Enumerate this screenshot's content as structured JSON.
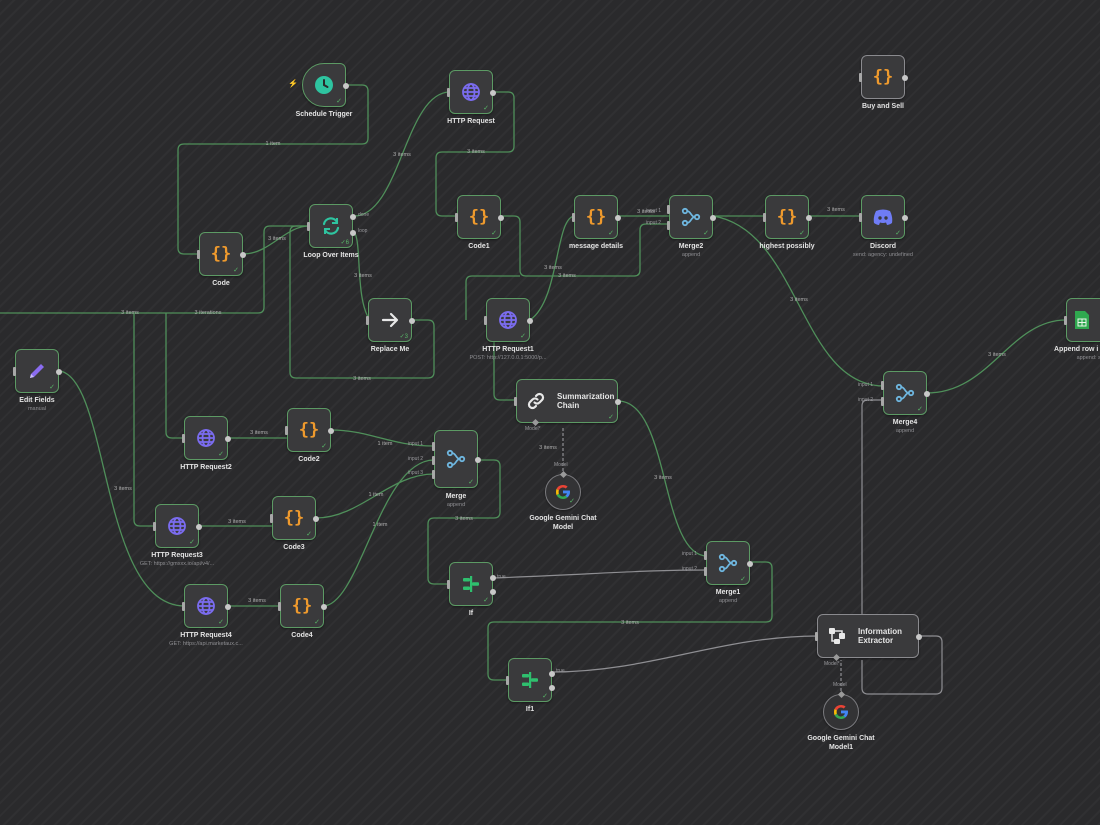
{
  "colors": {
    "edge": "#4f8f5a",
    "edge_grey": "#8e8e92",
    "node_border": "#5c9a64",
    "code_icon": "#ef9a2d",
    "http_icon": "#7b6cf0",
    "merge_icon": "#6fb7e0",
    "if_icon": "#2fbf6e",
    "check": "#58b868",
    "trigger_icon": "#2ec4a0",
    "edit_icon": "#8a6cf0",
    "discord_icon": "#6f7cf5",
    "sheets_icon": "#2fa84f"
  },
  "nodes": {
    "schedule_trigger": {
      "title": "Schedule Trigger",
      "icon": "clock-icon"
    },
    "http_request": {
      "title": "HTTP Request",
      "icon": "globe-icon"
    },
    "buy_and_sell": {
      "title": "Buy and Sell",
      "icon": "code-braces-icon"
    },
    "code": {
      "title": "Code",
      "icon": "code-braces-icon"
    },
    "loop_over_items": {
      "title": "Loop Over Items",
      "icon": "loop-icon"
    },
    "code1": {
      "title": "Code1",
      "icon": "code-braces-icon"
    },
    "message_details": {
      "title": "message details",
      "icon": "code-braces-icon"
    },
    "merge2": {
      "title": "Merge2",
      "subtitle": "append",
      "icon": "merge-icon"
    },
    "highest_possibly": {
      "title": "highest possibly",
      "icon": "code-braces-icon"
    },
    "discord": {
      "title": "Discord",
      "subtitle": "send: agency: undefined",
      "icon": "discord-icon"
    },
    "replace_me": {
      "title": "Replace Me",
      "icon": "arrow-right-icon"
    },
    "http_request1": {
      "title": "HTTP Request1",
      "subtitle": "POST: http://127.0.0.1:5000/p...",
      "icon": "globe-icon"
    },
    "append_row": {
      "title": "Append row i",
      "subtitle": "append: sh",
      "icon": "sheets-icon"
    },
    "edit_fields": {
      "title": "Edit Fields",
      "subtitle": "manual",
      "icon": "pencil-icon"
    },
    "summarization_chain": {
      "title": "Summarization Chain",
      "icon": "chain-link-icon"
    },
    "merge4": {
      "title": "Merge4",
      "subtitle": "append",
      "icon": "merge-icon"
    },
    "http_request2": {
      "title": "HTTP Request2",
      "icon": "globe-icon"
    },
    "code2": {
      "title": "Code2",
      "icon": "code-braces-icon"
    },
    "merge": {
      "title": "Merge",
      "subtitle": "append",
      "icon": "merge-icon"
    },
    "gemini": {
      "title": "Google Gemini Chat Model",
      "icon": "google-icon"
    },
    "http_request3": {
      "title": "HTTP Request3",
      "subtitle": "GET: https://gmxxx.io/api/v4/...",
      "icon": "globe-icon"
    },
    "code3": {
      "title": "Code3",
      "icon": "code-braces-icon"
    },
    "if": {
      "title": "If",
      "icon": "if-branch-icon"
    },
    "merge1": {
      "title": "Merge1",
      "subtitle": "append",
      "icon": "merge-icon"
    },
    "http_request4": {
      "title": "HTTP Request4",
      "subtitle": "GET: https://api.marketaux.c...",
      "icon": "globe-icon"
    },
    "code4": {
      "title": "Code4",
      "icon": "code-braces-icon"
    },
    "information_extractor": {
      "title": "Information Extractor",
      "icon": "extractor-icon"
    },
    "if1": {
      "title": "If1",
      "icon": "if-branch-icon"
    },
    "gemini1": {
      "title": "Google Gemini Chat Model1",
      "icon": "google-icon"
    }
  },
  "edge_labels": {
    "trigger_to_code": "1 item",
    "loop_to_http": "3 items",
    "http_to_code1": "3 items",
    "msg_to_merge2": "3 items",
    "high_to_discord": "3 items",
    "code_to_loop": "3 items",
    "loop_done_replace": "3 items",
    "http1_to_msg": "3 items",
    "code1_merge2": "3 items",
    "edit_to_code": "3 items",
    "iterations": "3 iterations",
    "merge2_to_merge4": "3 items",
    "merge4_to_append": "3 items",
    "replace_back": "3 items",
    "http2_code2": "3 items",
    "code2_merge": "1 item",
    "code3_merge": "1 item",
    "code4_merge": "1 item",
    "edit_http3": "3 items",
    "gemini_chain": "3 items",
    "http3_code3": "3 items",
    "chain_merge1": "3 items",
    "merge_if": "3 items",
    "http4_code4": "3 items",
    "merge1_if1": "3 items"
  },
  "pins": {
    "done": "done",
    "loop": "loop",
    "true": "true",
    "input1": "input 1",
    "input2": "input 2",
    "input3": "input 3",
    "model": "Model",
    "model_req": "Model*"
  },
  "runs": {
    "loop": "6",
    "replace": "3"
  }
}
